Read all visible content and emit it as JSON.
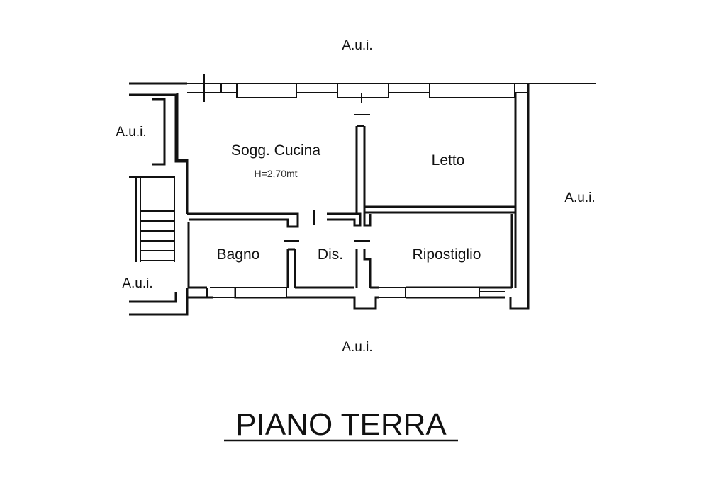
{
  "plan_title": "PIANO TERRA",
  "rooms": {
    "soggiorno_cucina": {
      "name": "Sogg. Cucina",
      "height": "H=2,70mt"
    },
    "letto": {
      "name": "Letto"
    },
    "bagno": {
      "name": "Bagno"
    },
    "disimpegno": {
      "name": "Dis."
    },
    "ripostiglio": {
      "name": "Ripostiglio"
    }
  },
  "adjacent_units": {
    "top": "A.u.i.",
    "left_upper": "A.u.i.",
    "left_lower": "A.u.i.",
    "right": "A.u.i.",
    "bottom": "A.u.i."
  }
}
